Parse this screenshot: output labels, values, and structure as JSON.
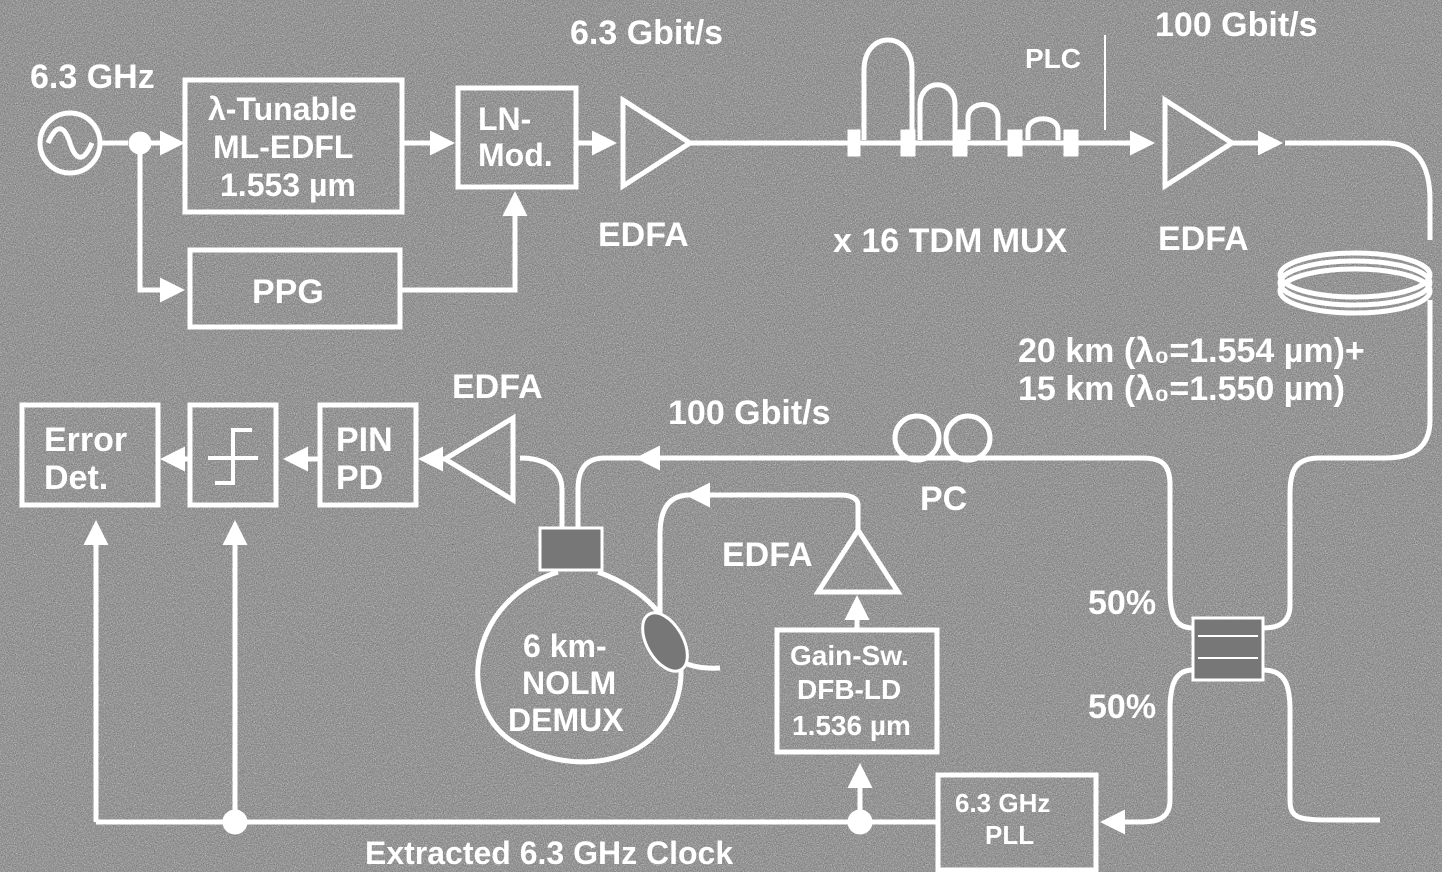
{
  "colors": {
    "background": "#3a3a3a",
    "noise_light": "#8a8a8a",
    "noise_dark": "#1e1e1e",
    "line": "#ffffff",
    "text": "#ffffff"
  },
  "labels": {
    "source_freq": "6.3 GHz",
    "laser_line1": "λ-Tunable",
    "laser_line2": "ML-EDFL",
    "laser_line3": "1.553 µm",
    "ppg": "PPG",
    "mod_line1": "LN-",
    "mod_line2": "Mod.",
    "rate_in": "6.3 Gbit/s",
    "edfa_1": "EDFA",
    "plc": "PLC",
    "tdm_mux": "x 16 TDM MUX",
    "rate_out": "100 Gbit/s",
    "edfa_2": "EDFA",
    "fiber_line1": "20 km (λ₀=1.554 µm)+",
    "fiber_line2": "15 km (λ₀=1.550 µm)",
    "rate_return": "100 Gbit/s",
    "pc": "PC",
    "coupler_top": "50%",
    "coupler_bottom": "50%",
    "edfa_3": "EDFA",
    "edfa_4": "EDFA",
    "pin_line1": "PIN",
    "pin_line2": "PD",
    "error_line1": "Error",
    "error_line2": "Det.",
    "nolm_line1": "6 km-",
    "nolm_line2": "NOLM",
    "nolm_line3": "DEMUX",
    "dfb_line1": "Gain-Sw.",
    "dfb_line2": "DFB-LD",
    "dfb_line3": "1.536 µm",
    "pll_line1": "6.3 GHz",
    "pll_line2": "PLL",
    "clock": "Extracted 6.3 GHz Clock"
  }
}
